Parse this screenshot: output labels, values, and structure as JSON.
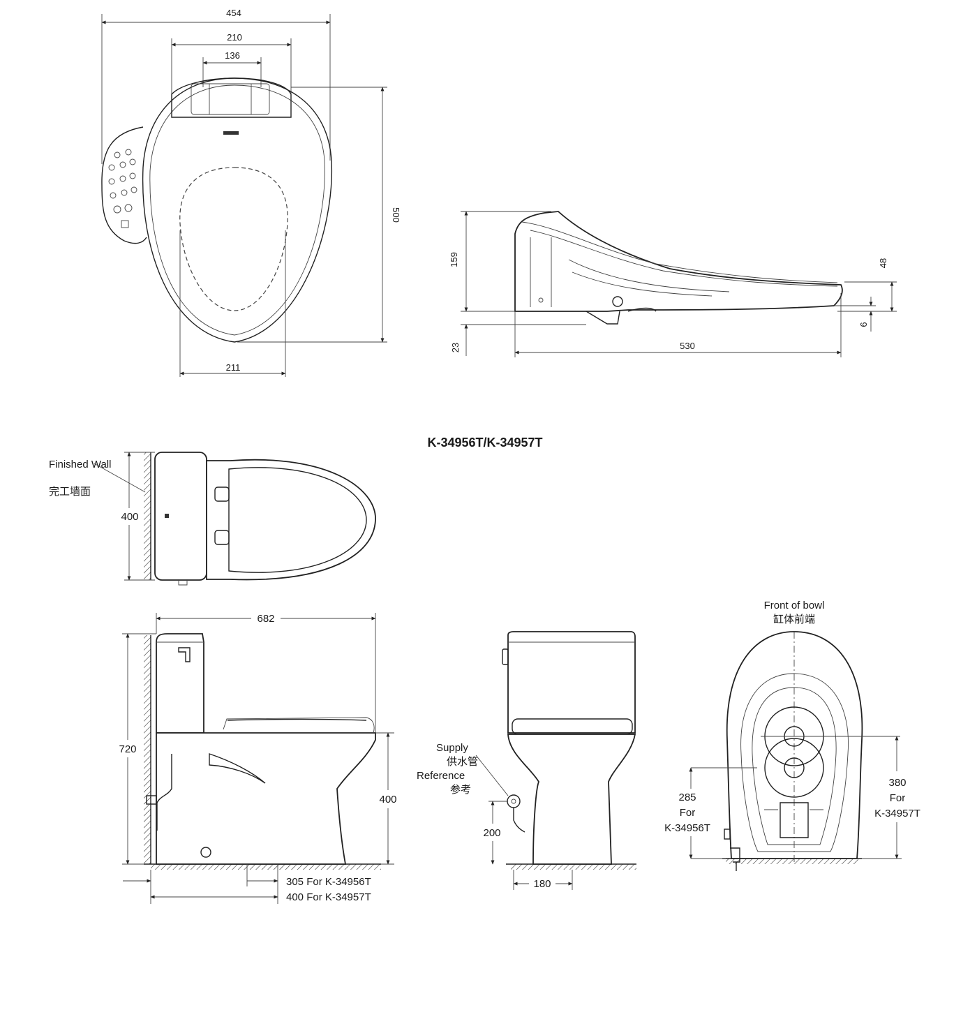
{
  "title": "K-34956T/K-34957T",
  "seat_top_view": {
    "width_overall": "454",
    "width_mid": "210",
    "width_inner": "136",
    "length": "500",
    "width_bottom": "211"
  },
  "seat_side_view": {
    "height": "159",
    "front_height": "48",
    "offset_bottom": "23",
    "gap": "6",
    "length": "530"
  },
  "plan_view": {
    "wall_label_en": "Finished Wall",
    "wall_label_zh": "完工墙面",
    "depth": "400"
  },
  "side_elevation": {
    "length": "682",
    "height": "720",
    "seat_height": "400",
    "roughin_a": "305 For K-34956T",
    "roughin_b": "400 For K-34957T"
  },
  "front_elevation": {
    "supply_en_1": "Supply",
    "supply_zh_1": "供水管",
    "supply_en_2": "Reference",
    "supply_zh_2": "参考",
    "supply_height": "200",
    "supply_offset": "180"
  },
  "bowl_bottom_view": {
    "front_label_en": "Front of bowl",
    "front_label_zh": "缸体前端",
    "left_value": "285",
    "left_for": "For",
    "left_model": "K-34956T",
    "right_value": "380",
    "right_for": "For",
    "right_model": "K-34957T"
  }
}
